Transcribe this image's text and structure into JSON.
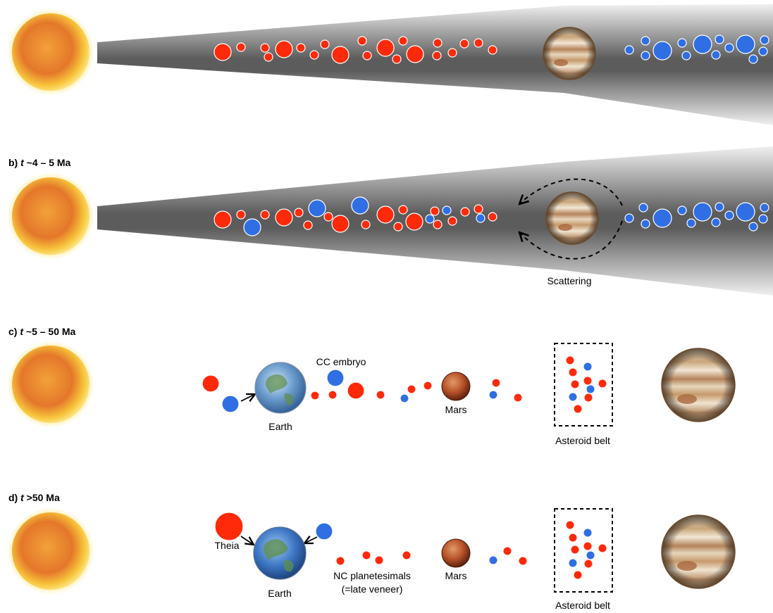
{
  "panels": {
    "b": {
      "letter": "b)",
      "t": "t",
      "range": "~4 – 5 Ma"
    },
    "c": {
      "letter": "c)",
      "t": "t",
      "range": "~5 – 50 Ma"
    },
    "d": {
      "letter": "d)",
      "t": "t",
      "range": ">50 Ma"
    }
  },
  "labels": {
    "scattering": "Scattering",
    "cc_embryo": "CC embryo",
    "earth": "Earth",
    "mars": "Mars",
    "asteroid_belt": "Asteroid belt",
    "theia": "Theia",
    "nc_line1": "NC planetesimals",
    "nc_line2": "(=late veneer)"
  },
  "colors": {
    "nc_red": "#ff2a0a",
    "cc_blue": "#2f6fe3",
    "disk_dark": "#5a5a5a",
    "disk_light": "#d8d8d8"
  },
  "icons": [
    "sun-icon",
    "jupiter-icon",
    "earth-icon",
    "mars-icon"
  ]
}
